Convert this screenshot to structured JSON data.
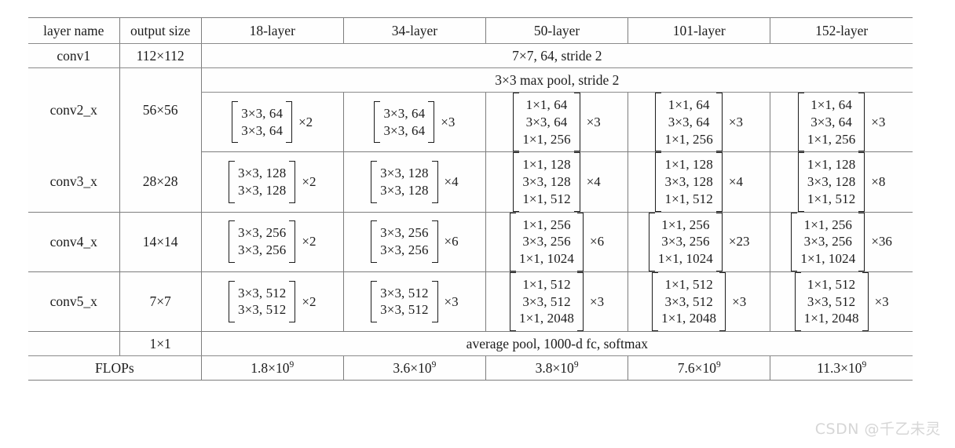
{
  "table": {
    "headers": [
      "layer name",
      "output size",
      "18-layer",
      "34-layer",
      "50-layer",
      "101-layer",
      "152-layer"
    ],
    "conv1": {
      "name": "conv1",
      "output_size": "112×112",
      "spanning_text": "7×7, 64, stride 2"
    },
    "maxpool": {
      "spanning_text": "3×3 max pool, stride 2"
    },
    "conv2_x": {
      "name": "conv2_x",
      "output_size": "56×56",
      "cells": [
        {
          "lines": [
            "3×3, 64",
            "3×3, 64"
          ],
          "multiplier": "×2"
        },
        {
          "lines": [
            "3×3, 64",
            "3×3, 64"
          ],
          "multiplier": "×3"
        },
        {
          "lines": [
            "1×1, 64",
            "3×3, 64",
            "1×1, 256"
          ],
          "multiplier": "×3"
        },
        {
          "lines": [
            "1×1, 64",
            "3×3, 64",
            "1×1, 256"
          ],
          "multiplier": "×3"
        },
        {
          "lines": [
            "1×1, 64",
            "3×3, 64",
            "1×1, 256"
          ],
          "multiplier": "×3"
        }
      ]
    },
    "conv3_x": {
      "name": "conv3_x",
      "output_size": "28×28",
      "cells": [
        {
          "lines": [
            "3×3, 128",
            "3×3, 128"
          ],
          "multiplier": "×2"
        },
        {
          "lines": [
            "3×3, 128",
            "3×3, 128"
          ],
          "multiplier": "×4"
        },
        {
          "lines": [
            "1×1, 128",
            "3×3, 128",
            "1×1, 512"
          ],
          "multiplier": "×4"
        },
        {
          "lines": [
            "1×1, 128",
            "3×3, 128",
            "1×1, 512"
          ],
          "multiplier": "×4"
        },
        {
          "lines": [
            "1×1, 128",
            "3×3, 128",
            "1×1, 512"
          ],
          "multiplier": "×8"
        }
      ]
    },
    "conv4_x": {
      "name": "conv4_x",
      "output_size": "14×14",
      "cells": [
        {
          "lines": [
            "3×3, 256",
            "3×3, 256"
          ],
          "multiplier": "×2"
        },
        {
          "lines": [
            "3×3, 256",
            "3×3, 256"
          ],
          "multiplier": "×6"
        },
        {
          "lines": [
            "1×1, 256",
            "3×3, 256",
            "1×1, 1024"
          ],
          "multiplier": "×6"
        },
        {
          "lines": [
            "1×1, 256",
            "3×3, 256",
            "1×1, 1024"
          ],
          "multiplier": "×23"
        },
        {
          "lines": [
            "1×1, 256",
            "3×3, 256",
            "1×1, 1024"
          ],
          "multiplier": "×36"
        }
      ]
    },
    "conv5_x": {
      "name": "conv5_x",
      "output_size": "7×7",
      "cells": [
        {
          "lines": [
            "3×3, 512",
            "3×3, 512"
          ],
          "multiplier": "×2"
        },
        {
          "lines": [
            "3×3, 512",
            "3×3, 512"
          ],
          "multiplier": "×3"
        },
        {
          "lines": [
            "1×1, 512",
            "3×3, 512",
            "1×1, 2048"
          ],
          "multiplier": "×3"
        },
        {
          "lines": [
            "1×1, 512",
            "3×3, 512",
            "1×1, 2048"
          ],
          "multiplier": "×3"
        },
        {
          "lines": [
            "1×1, 512",
            "3×3, 512",
            "1×1, 2048"
          ],
          "multiplier": "×3"
        }
      ]
    },
    "pool_row": {
      "name": "",
      "output_size": "1×1",
      "spanning_text": "average pool, 1000-d fc, softmax"
    },
    "flops_row": {
      "label": "FLOPs",
      "values": [
        {
          "mantissa": "1.8×10",
          "exponent": "9"
        },
        {
          "mantissa": "3.6×10",
          "exponent": "9"
        },
        {
          "mantissa": "3.8×10",
          "exponent": "9"
        },
        {
          "mantissa": "7.6×10",
          "exponent": "9"
        },
        {
          "mantissa": "11.3×10",
          "exponent": "9"
        }
      ]
    }
  },
  "watermark": {
    "text": "CSDN @千乙未灵",
    "color": "#d6d6d6"
  }
}
